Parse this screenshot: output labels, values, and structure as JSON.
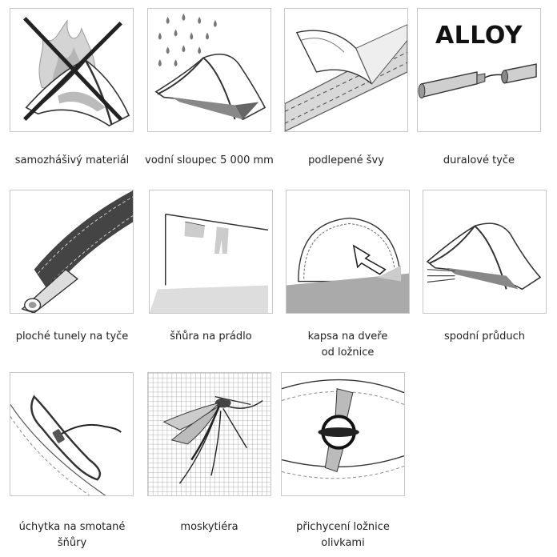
{
  "features": [
    {
      "icon": "fire-retardant-icon",
      "caption": [
        "samozhášivý materiál"
      ]
    },
    {
      "icon": "rain-tent-icon",
      "caption": [
        "vodní sloupec 5 000 mm"
      ]
    },
    {
      "icon": "taped-seams-icon",
      "caption": [
        "podlepené švy"
      ]
    },
    {
      "icon": "alloy-poles-icon",
      "caption": [
        "duralové tyče"
      ],
      "image_text": "ALLOY"
    },
    {
      "icon": "pole-sleeve-icon",
      "caption": [
        "ploché tunely na tyče"
      ]
    },
    {
      "icon": "clothesline-icon",
      "caption": [
        "šňůra na prádlo"
      ]
    },
    {
      "icon": "door-pocket-icon",
      "caption": [
        "kapsa na dveře",
        "od ložnice"
      ]
    },
    {
      "icon": "bottom-vent-icon",
      "caption": [
        "spodní průduch"
      ]
    },
    {
      "icon": "cord-holder-icon",
      "caption": [
        "úchytka na smotané",
        "šňůry"
      ]
    },
    {
      "icon": "mosquito-net-icon",
      "caption": [
        "moskytiéra"
      ]
    },
    {
      "icon": "toggle-attachment-icon",
      "caption": [
        "přichycení ložnice",
        "olivkami"
      ]
    }
  ]
}
